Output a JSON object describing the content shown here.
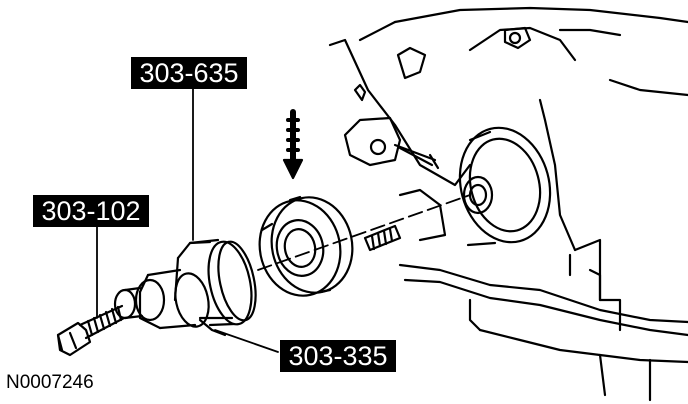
{
  "labels": {
    "tool_635": "303-635",
    "tool_102": "303-102",
    "tool_335": "303-335"
  },
  "figure_id": "N0007246",
  "colors": {
    "line": "#000000",
    "background": "#ffffff",
    "label_bg": "#000000",
    "label_text": "#ffffff"
  }
}
